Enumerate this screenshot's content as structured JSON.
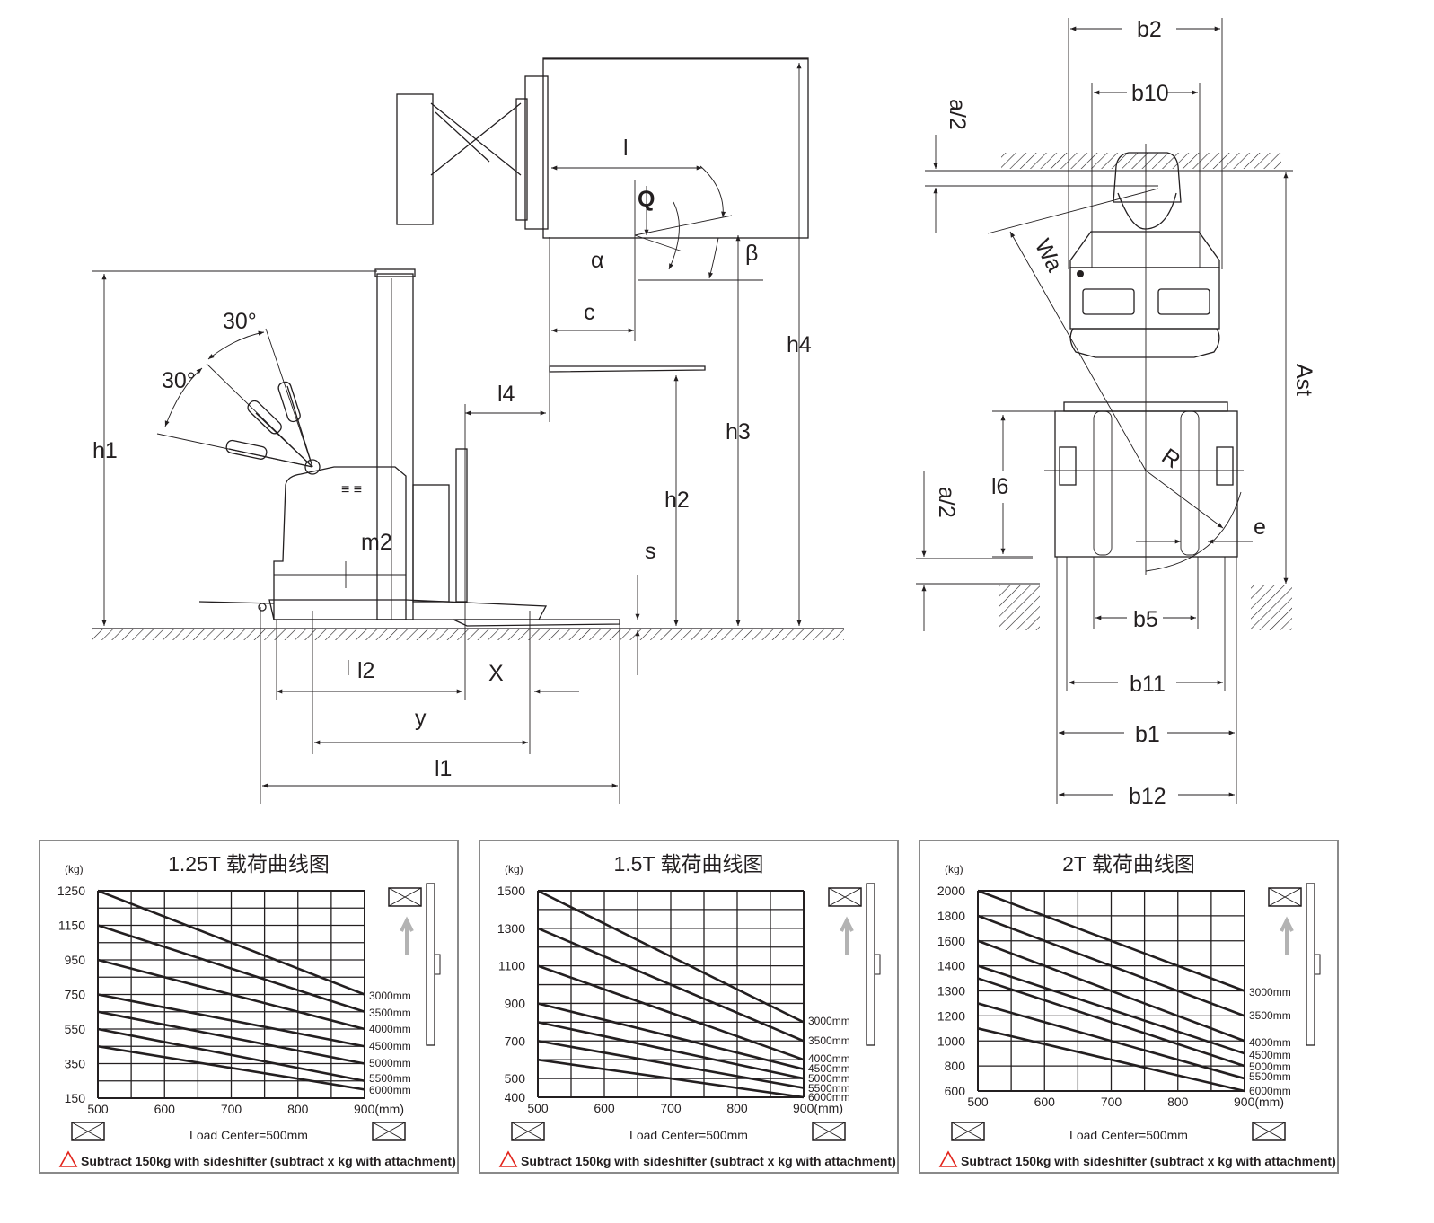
{
  "side_view": {
    "labels": {
      "h1": "h1",
      "angle_upper": "30°",
      "angle_lower": "30°",
      "m2": "m2",
      "l4": "l4",
      "h2": "h2",
      "h3": "h3",
      "h4": "h4",
      "s": "s",
      "l2": "l2",
      "x": "X",
      "y": "y",
      "l1": "l1",
      "l": "l",
      "Q": "Q",
      "alpha": "α",
      "beta": "β",
      "c": "c"
    }
  },
  "top_view": {
    "labels": {
      "b2": "b2",
      "b10": "b10",
      "a2_top": "a/2",
      "Wa": "Wa",
      "Ast": "Ast",
      "l6": "l6",
      "a2_bottom": "a/2",
      "R": "R",
      "e": "e",
      "b5": "b5",
      "b11": "b11",
      "b1": "b1",
      "b12": "b12"
    }
  },
  "colors": {
    "line": "#231f20",
    "panel_border": "#8a8a8a",
    "arrow": "#b3b3b3",
    "warning": "#e2231a"
  },
  "chart_data": [
    {
      "type": "line",
      "title": "1.25T 载荷曲线图",
      "ylabel": "(kg)",
      "xlabel": "Load Center=500mm",
      "x_ticks": [
        "500",
        "600",
        "700",
        "800",
        "900(mm)"
      ],
      "y_ticks": [
        1250,
        1150,
        950,
        750,
        550,
        350,
        150
      ],
      "xlim": [
        500,
        900
      ],
      "grid": true,
      "legend": "right",
      "x": [
        500,
        900
      ],
      "series": [
        {
          "name": "3000mm",
          "values": [
            1250,
            750
          ]
        },
        {
          "name": "3500mm",
          "values": [
            1150,
            650
          ]
        },
        {
          "name": "4000mm",
          "values": [
            950,
            550
          ]
        },
        {
          "name": "4500mm",
          "values": [
            750,
            450
          ]
        },
        {
          "name": "5000mm",
          "values": [
            650,
            350
          ]
        },
        {
          "name": "5500mm",
          "values": [
            550,
            250
          ]
        },
        {
          "name": "6000mm",
          "values": [
            450,
            200
          ]
        }
      ],
      "note": "Subtract 150kg with sideshifter (subtract x kg with attachment)"
    },
    {
      "type": "line",
      "title": "1.5T 载荷曲线图",
      "ylabel": "(kg)",
      "xlabel": "Load Center=500mm",
      "x_ticks": [
        "500",
        "600",
        "700",
        "800",
        "900(mm)"
      ],
      "y_ticks": [
        1500,
        1300,
        1100,
        900,
        700,
        500,
        400
      ],
      "xlim": [
        500,
        900
      ],
      "grid": true,
      "legend": "right",
      "x": [
        500,
        900
      ],
      "series": [
        {
          "name": "3000mm",
          "values": [
            1500,
            800
          ]
        },
        {
          "name": "3500mm",
          "values": [
            1300,
            700
          ]
        },
        {
          "name": "4000mm",
          "values": [
            1100,
            600
          ]
        },
        {
          "name": "4500mm",
          "values": [
            900,
            550
          ]
        },
        {
          "name": "5000mm",
          "values": [
            800,
            500
          ]
        },
        {
          "name": "5500mm",
          "values": [
            700,
            450
          ]
        },
        {
          "name": "6000mm",
          "values": [
            600,
            400
          ]
        }
      ],
      "note": "Subtract 150kg with sideshifter (subtract x kg with attachment)"
    },
    {
      "type": "line",
      "title": "2T 载荷曲线图",
      "ylabel": "(kg)",
      "xlabel": "Load Center=500mm",
      "x_ticks": [
        "500",
        "600",
        "700",
        "800",
        "900(mm)"
      ],
      "y_ticks": [
        2000,
        1800,
        1600,
        1400,
        1300,
        1200,
        1000,
        800,
        600
      ],
      "xlim": [
        500,
        900
      ],
      "grid": true,
      "legend": "right",
      "x": [
        500,
        900
      ],
      "series": [
        {
          "name": "3000mm",
          "values": [
            2000,
            1300
          ]
        },
        {
          "name": "3500mm",
          "values": [
            1800,
            1200
          ]
        },
        {
          "name": "4000mm",
          "values": [
            1600,
            1000
          ]
        },
        {
          "name": "4500mm",
          "values": [
            1400,
            900
          ]
        },
        {
          "name": "5000mm",
          "values": [
            1350,
            800
          ]
        },
        {
          "name": "5500mm",
          "values": [
            1250,
            700
          ]
        },
        {
          "name": "6000mm",
          "values": [
            1100,
            600
          ]
        }
      ],
      "note": "Subtract 150kg with sideshifter (subtract x kg with attachment)"
    }
  ]
}
